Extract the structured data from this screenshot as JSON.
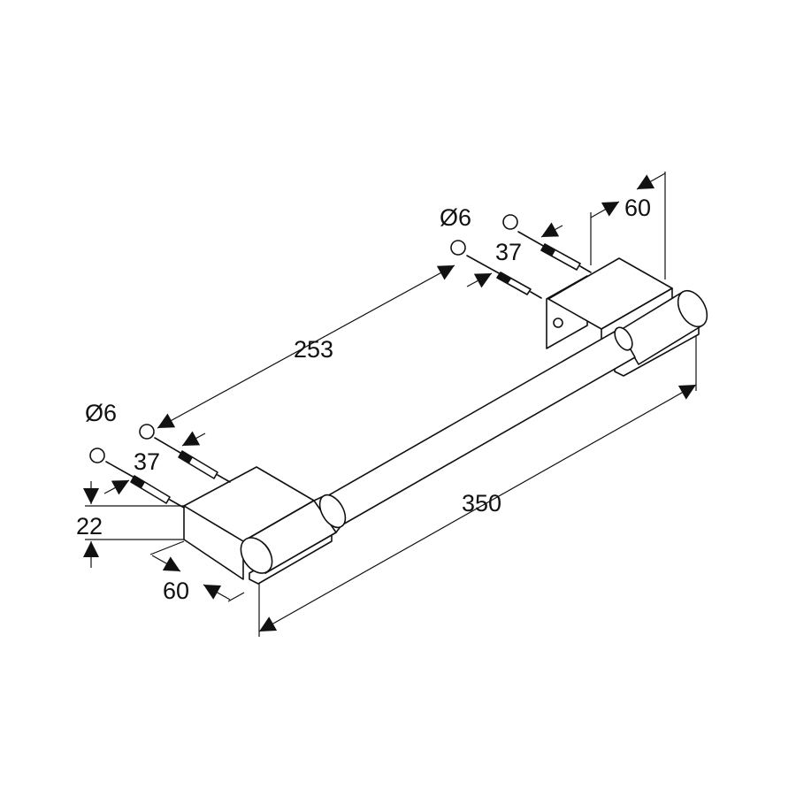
{
  "dimensions": {
    "hole_spacing": "253",
    "total_length": "350",
    "bracket_depth_right": "60",
    "bracket_depth_left": "60",
    "height": "22",
    "screw_length_right": "37",
    "screw_length_left": "37",
    "hole_diameter_right": "Ø6",
    "hole_diameter_left": "Ø6"
  },
  "colors": {
    "line": "#111111",
    "background": "#ffffff"
  }
}
